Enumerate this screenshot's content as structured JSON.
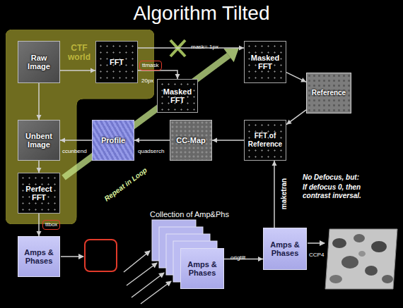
{
  "diagram": {
    "title": "Algorithm Tilted",
    "nodes": [
      {
        "text": [
          "CTF world"
        ]
      },
      {
        "text": [
          "Raw Image"
        ],
        "in": 0
      },
      {
        "text": [
          "FFT"
        ],
        "in": 0
      },
      {
        "text": [
          "Masked FFT"
        ]
      },
      {
        "text": [
          "Masked FFT"
        ]
      },
      {
        "text": [
          "Reference"
        ]
      },
      {
        "text": [
          "Unbent Image"
        ],
        "in": 0
      },
      {
        "text": [
          "Profile"
        ]
      },
      {
        "text": [
          "CC-Map"
        ]
      },
      {
        "text": [
          "FFT of Reference"
        ]
      },
      {
        "text": [
          "Perfect FFT"
        ],
        "in": 0
      },
      {
        "text": [
          "Amps & Phases"
        ]
      },
      {
        "text": [
          "Amps & Phases"
        ]
      },
      {
        "text": [
          "Amps & Phases"
        ]
      }
    ],
    "edges": [
      {
        "from": 1,
        "to": 2,
        "arrow": "to"
      },
      {
        "from": 2,
        "to": 3,
        "label": "20px",
        "arrow": "to"
      },
      {
        "from": 2,
        "to": 4,
        "label": "mask= 1px",
        "arrow": "to"
      },
      {
        "from": 4,
        "to": 5,
        "arrow": "to"
      },
      {
        "from": 5,
        "to": 9,
        "arrow": "to"
      },
      {
        "from": 9,
        "to": 8,
        "arrow": "to"
      },
      {
        "from": 8,
        "to": 7,
        "label": "quadserch",
        "arrow": "to"
      },
      {
        "from": 7,
        "to": 6,
        "label": "ccunbend",
        "arrow": "to"
      },
      {
        "from": 1,
        "to": 6,
        "arrow": "to"
      },
      {
        "from": 6,
        "to": 10,
        "arrow": "to"
      },
      {
        "from": 10,
        "to": 11,
        "arrow": "to"
      },
      {
        "from": 12,
        "to": 13,
        "label": "origtilt",
        "arrow": "to"
      },
      {
        "from": 13,
        "to": 9,
        "label": "maketran",
        "arrow": "to"
      }
    ],
    "labels": [
      "ttmask",
      "Repeat in Loop",
      "ttbox",
      "Collection of Amp&Phs",
      "No Defocus, but:",
      "If defocus 0, then contrast inversal.",
      "CCP4"
    ]
  }
}
